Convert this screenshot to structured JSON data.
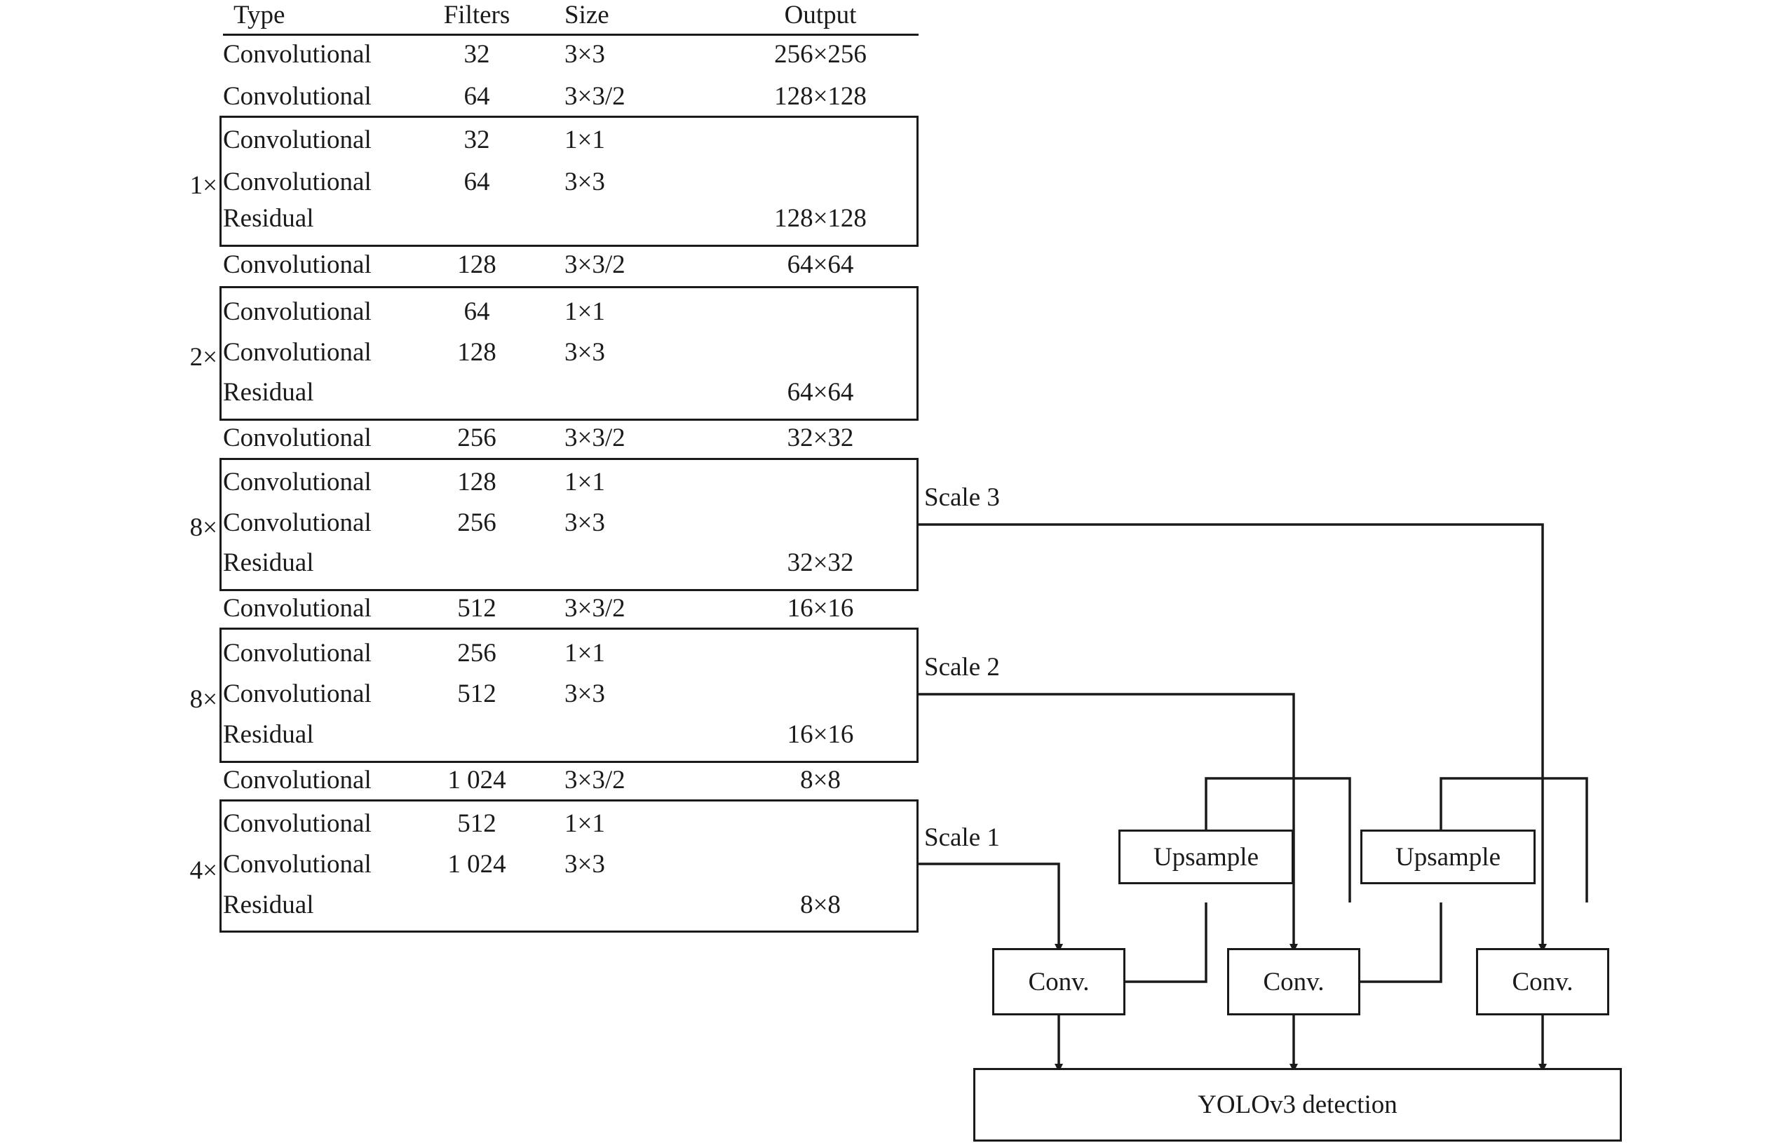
{
  "table": {
    "headers": {
      "type": "Type",
      "filters": "Filters",
      "size": "Size",
      "output": "Output"
    },
    "rows": [
      {
        "type": "Convolutional",
        "filters": "32",
        "size": "3×3",
        "output": "256×256"
      },
      {
        "type": "Convolutional",
        "filters": "64",
        "size": "3×3/2",
        "output": "128×128"
      }
    ],
    "groups": [
      {
        "multiplier": "1×",
        "rows": [
          {
            "type": "Convolutional",
            "filters": "32",
            "size": "1×1",
            "output": ""
          },
          {
            "type": "Convolutional",
            "filters": "64",
            "size": "3×3",
            "output": ""
          },
          {
            "type": "Residual",
            "filters": "",
            "size": "",
            "output": "128×128"
          }
        ],
        "next": {
          "type": "Convolutional",
          "filters": "128",
          "size": "3×3/2",
          "output": "64×64"
        }
      },
      {
        "multiplier": "2×",
        "rows": [
          {
            "type": "Convolutional",
            "filters": "64",
            "size": "1×1",
            "output": ""
          },
          {
            "type": "Convolutional",
            "filters": "128",
            "size": "3×3",
            "output": ""
          },
          {
            "type": "Residual",
            "filters": "",
            "size": "",
            "output": "64×64"
          }
        ],
        "next": {
          "type": "Convolutional",
          "filters": "256",
          "size": "3×3/2",
          "output": "32×32"
        }
      },
      {
        "multiplier": "8×",
        "rows": [
          {
            "type": "Convolutional",
            "filters": "128",
            "size": "1×1",
            "output": ""
          },
          {
            "type": "Convolutional",
            "filters": "256",
            "size": "3×3",
            "output": ""
          },
          {
            "type": "Residual",
            "filters": "",
            "size": "",
            "output": "32×32"
          }
        ],
        "next": {
          "type": "Convolutional",
          "filters": "512",
          "size": "3×3/2",
          "output": "16×16"
        }
      },
      {
        "multiplier": "8×",
        "rows": [
          {
            "type": "Convolutional",
            "filters": "256",
            "size": "1×1",
            "output": ""
          },
          {
            "type": "Convolutional",
            "filters": "512",
            "size": "3×3",
            "output": ""
          },
          {
            "type": "Residual",
            "filters": "",
            "size": "",
            "output": "16×16"
          }
        ],
        "next": {
          "type": "Convolutional",
          "filters": "1 024",
          "size": "3×3/2",
          "output": "8×8"
        }
      },
      {
        "multiplier": "4×",
        "rows": [
          {
            "type": "Convolutional",
            "filters": "512",
            "size": "1×1",
            "output": ""
          },
          {
            "type": "Convolutional",
            "filters": "1 024",
            "size": "3×3",
            "output": ""
          },
          {
            "type": "Residual",
            "filters": "",
            "size": "",
            "output": "8×8"
          }
        ],
        "next": null
      }
    ]
  },
  "diagram": {
    "scale_labels": [
      "Scale 3",
      "Scale 2",
      "Scale 1"
    ],
    "upsample_boxes": [
      "Upsample",
      "Upsample"
    ],
    "conv_boxes": [
      "Conv.",
      "Conv.",
      "Conv."
    ],
    "detection_box": "YOLOv3 detection"
  },
  "colors": {
    "ink": "#1a1a1a",
    "paper": "#ffffff"
  }
}
